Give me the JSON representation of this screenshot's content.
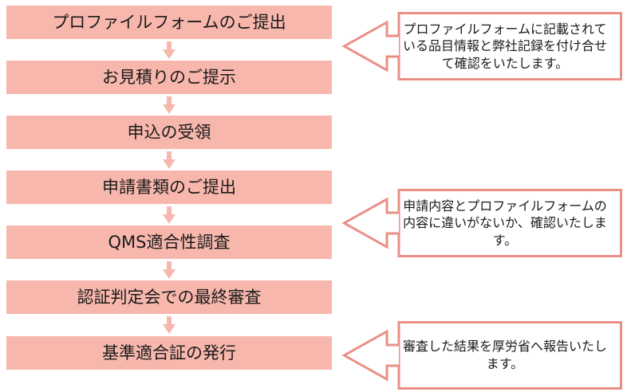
{
  "flow": {
    "steps": [
      "プロファイルフォームのご提出",
      "お見積りのご提示",
      "申込の受領",
      "申請書類のご提出",
      "QMS適合性調査",
      "認証判定会での最終審査",
      "基準適合証の発行"
    ]
  },
  "notes": [
    "プロファイルフォームに記載されている品目情報と弊社記録を付け合せて確認をいたします。",
    "申請内容とプロファイルフォームの内容に違いがないか、確認いたします。",
    "審査した結果を厚労省へ報告いたします。"
  ],
  "colors": {
    "step_fill": "#f8b7ad",
    "connector_fill": "#f8b7ad",
    "callout_border": "#ea8f86",
    "callout_fill": "#ffffff",
    "text": "#1a1a1a"
  }
}
